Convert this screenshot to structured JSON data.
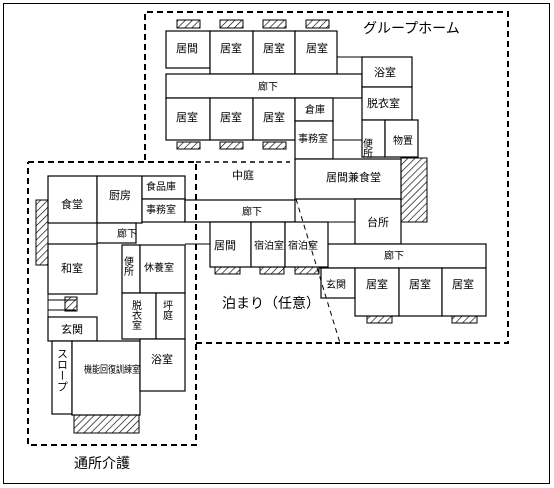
{
  "zones": {
    "group_home": "グループホーム",
    "day_care": "通所介護",
    "overnight": "泊まり（任意）"
  },
  "rooms": {
    "kyoma_top": "居間",
    "kyoshitsu_t1": "居室",
    "kyoshitsu_t2": "居室",
    "kyoshitsu_t3": "居室",
    "roka_top": "廊下",
    "kyoshitsu_m1": "居室",
    "kyoshitsu_m2": "居室",
    "kyoshitsu_m3": "居室",
    "soko": "倉庫",
    "jimushitsu_gh": "事務室",
    "yokushitsu_gh": "浴室",
    "datsuishitsu_gh": "脱衣室",
    "benjo_gh": "便所",
    "monooki": "物置",
    "nakaniwa": "中庭",
    "kyoma_shokudo": "居間兼食堂",
    "daidokoro": "台所",
    "roka_right": "廊下",
    "genkan_gh": "玄関",
    "kyoshitsu_b1": "居室",
    "kyoshitsu_b2": "居室",
    "kyoshitsu_b3": "居室",
    "shokudo": "食堂",
    "chubo": "厨房",
    "shokuhinko": "食品庫",
    "jimushitsu_dc": "事務室",
    "roka_dc": "廊下",
    "roka_mid": "廊下",
    "kyoma_dc": "居間",
    "shukuhaku1": "宿泊室",
    "shukuhaku2": "宿泊室",
    "washitsu": "和室",
    "benjo_dc": "便所",
    "kyuyoshitsu": "休養室",
    "datsuishitsu_dc": "脱衣室",
    "tsuboniwa": "坪庭",
    "genkan_dc": "玄関",
    "slope": "スロープ",
    "kinokaifuku": "機能回復訓練室",
    "yokushitsu_dc": "浴室"
  }
}
